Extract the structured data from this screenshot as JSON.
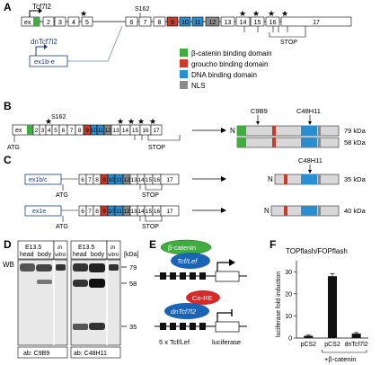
{
  "panels": {
    "A": "A",
    "B": "B",
    "C": "C",
    "D": "D",
    "E": "E",
    "F": "F"
  },
  "colors": {
    "green": "#3fae3f",
    "red": "#c83a2a",
    "blue": "#2a8fd0",
    "gray": "#8a8a8a",
    "light": "#d8d8d8",
    "navy": "#1a3c8c"
  },
  "panelA": {
    "tcf_label": "Tcf7l2",
    "dn_label": "dnTcf7l2",
    "ex_label": "ex",
    "exons": [
      "2",
      "3",
      "4",
      "5",
      "6",
      "7",
      "8",
      "9",
      "10",
      "11",
      "12",
      "13",
      "14",
      "15",
      "16",
      "17"
    ],
    "s162": "S162",
    "star": "★",
    "box_ex1be": "ex1b-e",
    "stop": "STOP",
    "legend": [
      {
        "label": "β-catenin binding domain",
        "color": "green"
      },
      {
        "label": "groucho binding domain",
        "color": "red"
      },
      {
        "label": "DNA binding domain",
        "color": "blue"
      },
      {
        "label": "NLS",
        "color": "gray"
      }
    ]
  },
  "panelB": {
    "ex": "ex",
    "exons": [
      "2",
      "3",
      "4",
      "5",
      "6",
      "7",
      "8",
      "9",
      "10",
      "11",
      "12",
      "13",
      "14",
      "15",
      "16",
      "17"
    ],
    "atg": "ATG",
    "s162": "S162",
    "stop": "STOP",
    "ab1": "C9B9",
    "ab2": "C48H11",
    "n": "N",
    "kda1": "79 kDa",
    "kda2": "58 kDa"
  },
  "panelC": {
    "box1": "ex1b/c",
    "box2": "ex1e",
    "exons": [
      "6",
      "7",
      "8",
      "9",
      "10",
      "11",
      "12",
      "13",
      "14",
      "15",
      "16",
      "17"
    ],
    "atg": "ATG",
    "stop": "STOP",
    "ab": "C48H11",
    "n": "N",
    "kda1": "35 kDa",
    "kda2": "40 kDa"
  },
  "panelD": {
    "wb": "WB",
    "e135": "E13.5",
    "head": "head",
    "body": "body",
    "in": "in",
    "vitro": "vitro",
    "kda": "[kDa]",
    "markers": [
      "79",
      "58",
      "35"
    ],
    "ab1": "ab: C9B9",
    "ab2": "ab: C48H11"
  },
  "panelE": {
    "bcat": "β-catenin",
    "tcf": "Tcf/Lef",
    "co": "Co-RE",
    "dn": "dnTcf7l2",
    "site": "5 x Tcf/Lef",
    "luc": "luciferase"
  },
  "panelF": {
    "title": "TOPflash/FOPflash",
    "ylabel": "luciferase fold induction",
    "bcat_note": "+β-catenin"
  },
  "chart_data": {
    "type": "bar",
    "title": "TOPflash/FOPflash",
    "xlabel": "",
    "ylabel": "luciferase fold induction",
    "categories": [
      "pCS2",
      "pCS2",
      "dnTcf7l2"
    ],
    "values": [
      1,
      28,
      2
    ],
    "errors": [
      0.3,
      1.2,
      0.5
    ],
    "group_note": "+β-catenin",
    "ylim": [
      0,
      35
    ],
    "yticks": [
      "0",
      "10",
      "20",
      "30"
    ]
  }
}
